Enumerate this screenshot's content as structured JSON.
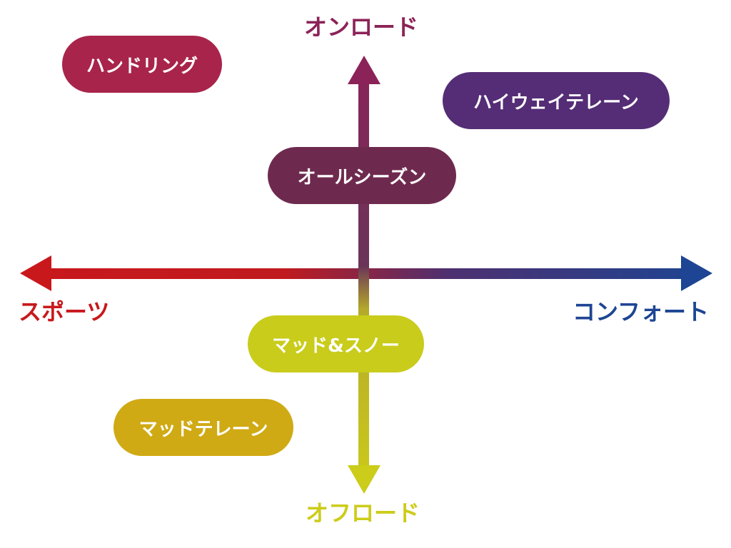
{
  "axes": {
    "top": {
      "label": "オンロード",
      "color": "#8b2358"
    },
    "bottom": {
      "label": "オフロード",
      "color": "#cccc1a"
    },
    "left": {
      "label": "スポーツ",
      "color": "#c8181c"
    },
    "right": {
      "label": "コンフォート",
      "color": "#1d4593"
    }
  },
  "categories": {
    "handling": {
      "label": "ハンドリング",
      "color": "#a8244a"
    },
    "highway": {
      "label": "ハイウェイテレーン",
      "color": "#552d76"
    },
    "allseason": {
      "label": "オールシーズン",
      "color": "#6e2a4e"
    },
    "mudsnow": {
      "label": "マッド&スノー",
      "color": "#c9cc1b"
    },
    "mudterrain": {
      "label": "マッドテレーン",
      "color": "#d0aa14"
    }
  },
  "colors": {
    "vertical_top": "#8b2358",
    "vertical_mid": "#6a3458",
    "vertical_bottom": "#cccc1a",
    "horizontal_left": "#c8181c",
    "horizontal_right": "#1d4593"
  }
}
